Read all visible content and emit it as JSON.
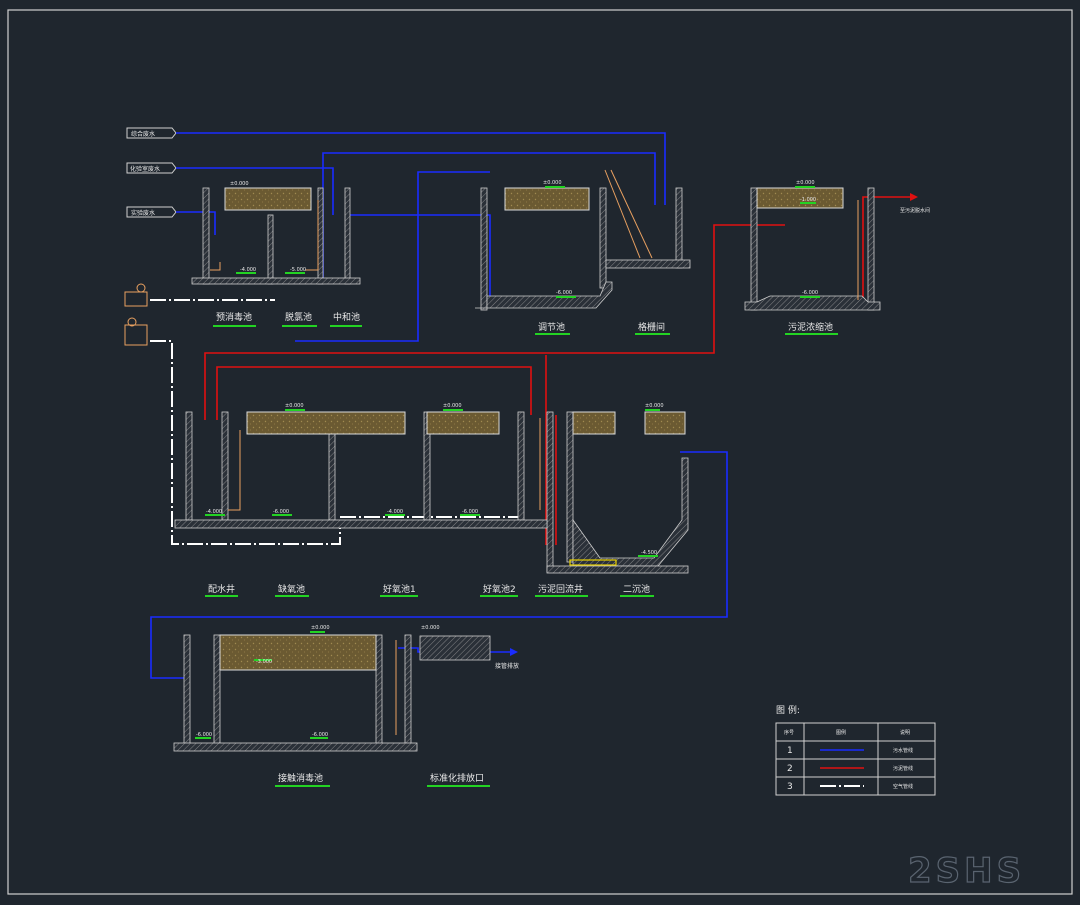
{
  "inputs": [
    "综合废水",
    "化验室废水",
    "实验废水"
  ],
  "tanks": {
    "pre_disinfect": "预消毒池",
    "dechlor": "脱氯池",
    "neutral": "中和池",
    "regulating": "调节池",
    "grille": "格栅间",
    "sludge_thick": "污泥浓缩池",
    "distribution": "配水井",
    "anoxic": "缺氧池",
    "aerobic1": "好氧池1",
    "aerobic2": "好氧池2",
    "sludge_return": "污泥回流井",
    "secondary": "二沉池",
    "contact": "接触消毒池",
    "outfall": "标准化排放口"
  },
  "outlets": {
    "sludge_out": "至污泥脱水间",
    "discharge": "接管排放"
  },
  "levels": {
    "zero": "±0.000",
    "l4": "-4.000",
    "l6": "-6.000",
    "l5": "-5.000",
    "l3": "-3.000",
    "l1": "-1.000",
    "l45": "-4.500"
  },
  "legend": {
    "title": "图  例:",
    "headers": [
      "序号",
      "图例",
      "说明"
    ],
    "rows": [
      {
        "no": "1",
        "desc": "污水管线",
        "color": "#1a2cff"
      },
      {
        "no": "2",
        "desc": "污泥管线",
        "color": "#e01010"
      },
      {
        "no": "3",
        "desc": "空气管线",
        "color": "#ffffff"
      }
    ]
  },
  "watermark": "2SHS"
}
